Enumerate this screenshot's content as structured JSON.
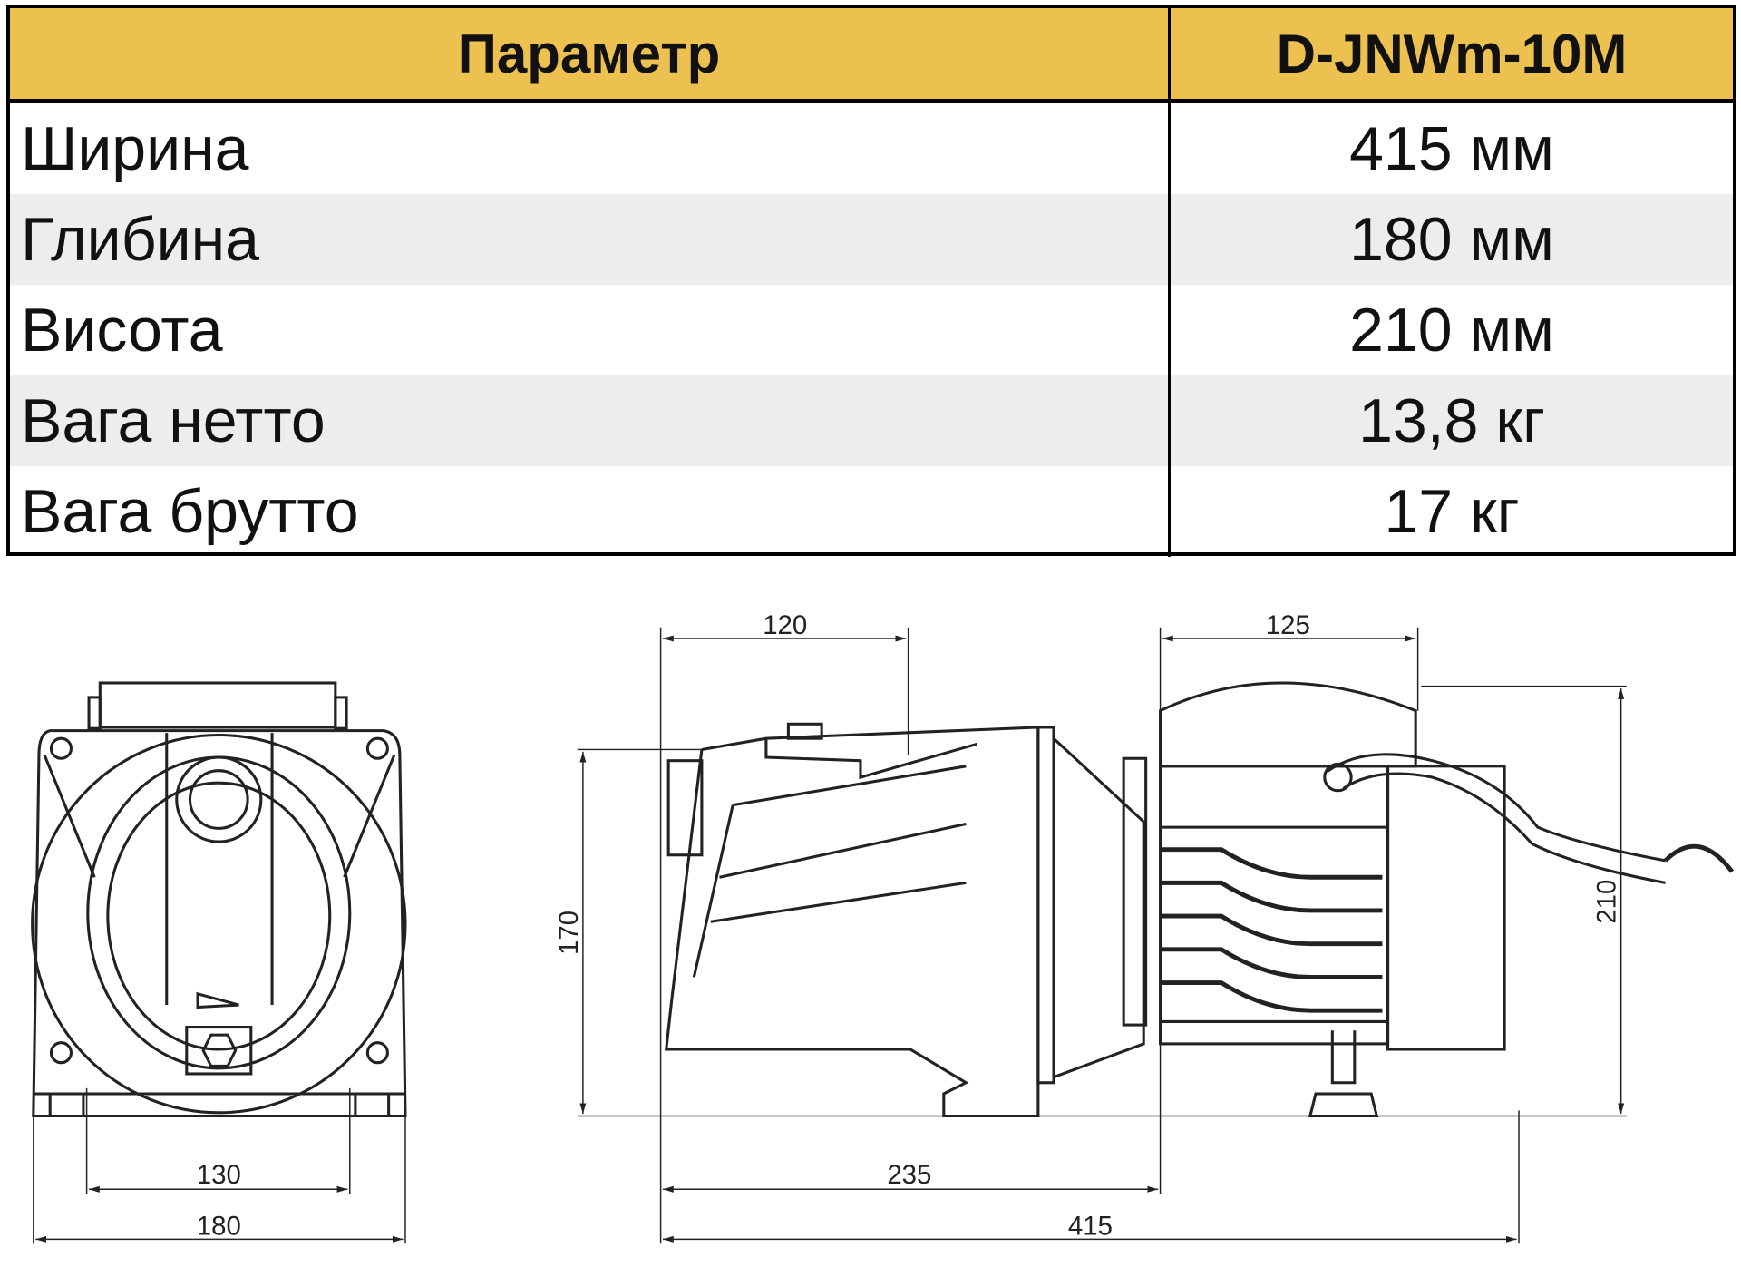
{
  "table": {
    "header": {
      "param": "Параметр",
      "model": "D-JNWm-10M"
    },
    "header_color": "#EDC14F",
    "rows": [
      {
        "param": "Ширина",
        "value": "415 мм"
      },
      {
        "param": "Глибина",
        "value": "180 мм"
      },
      {
        "param": "Висота",
        "value": "210 мм"
      },
      {
        "param": "Вага нетто",
        "value": "13,8 кг"
      },
      {
        "param": "Вага брутто",
        "value": "17 кг"
      }
    ]
  },
  "drawing": {
    "front": {
      "dim_inner": "130",
      "dim_outer": "180"
    },
    "side": {
      "dim_pump": "120",
      "dim_motor": "125",
      "dim_height_pump": "170",
      "dim_height_total": "210",
      "dim_pump_length": "235",
      "dim_total_length": "415"
    }
  }
}
